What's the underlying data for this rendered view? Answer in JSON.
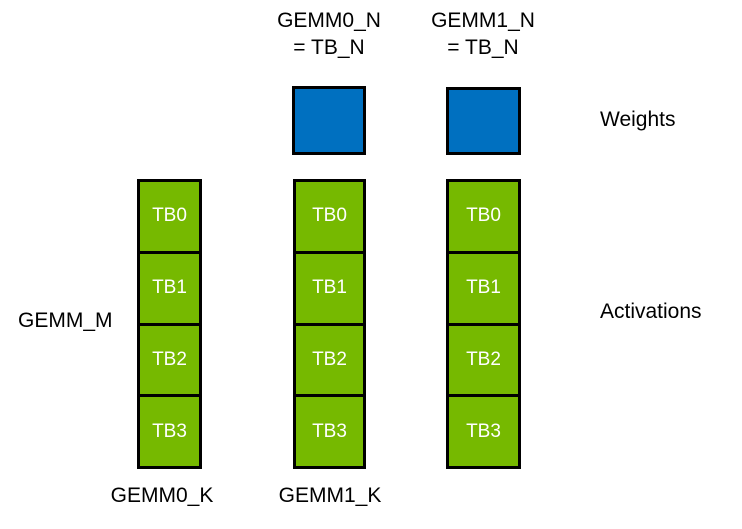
{
  "diagram": {
    "colors": {
      "weights_fill": "#0070c0",
      "activations_fill": "#76b900",
      "border": "#000000",
      "tb_text": "#ffffff",
      "label_text": "#000000",
      "background": "#ffffff"
    },
    "top_labels": [
      {
        "line1": "GEMM0_N",
        "line2": "= TB_N"
      },
      {
        "line1": "GEMM1_N",
        "line2": "= TB_N"
      }
    ],
    "weights_label": "Weights",
    "activations_label": "Activations",
    "gemm_m_label": "GEMM_M",
    "bottom_labels": [
      "GEMM0_K",
      "GEMM1_K"
    ],
    "columns": [
      {
        "cells": [
          "TB0",
          "TB1",
          "TB2",
          "TB3"
        ]
      },
      {
        "cells": [
          "TB0",
          "TB1",
          "TB2",
          "TB3"
        ]
      },
      {
        "cells": [
          "TB0",
          "TB1",
          "TB2",
          "TB3"
        ]
      }
    ]
  }
}
